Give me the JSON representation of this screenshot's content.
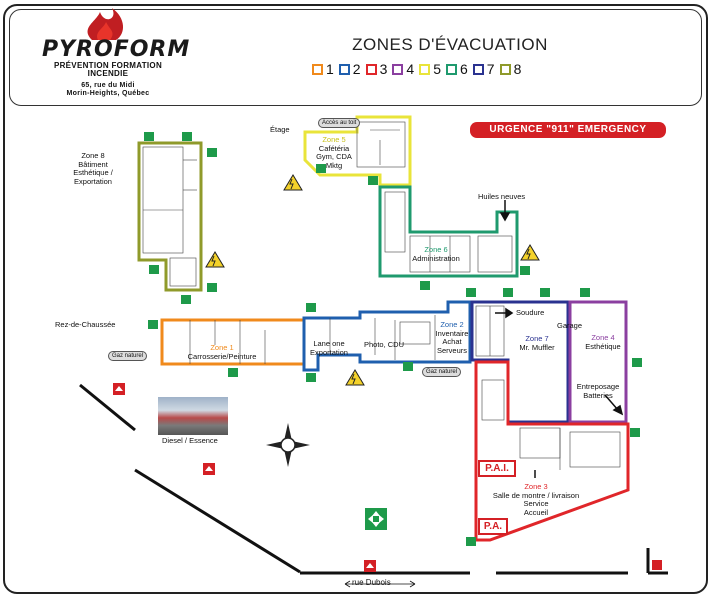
{
  "header": {
    "brand": "PYROFORM",
    "tagline_1": "PRÉVENTION FORMATION",
    "tagline_2": "INCENDIE",
    "address_1": "65, rue du Midi",
    "address_2": "Morin-Heights, Québec",
    "title": "ZONES D'ÉVACUATION",
    "zones": [
      {
        "num": "1",
        "color": "#f08a1c"
      },
      {
        "num": "2",
        "color": "#1f5fae"
      },
      {
        "num": "3",
        "color": "#e0262a"
      },
      {
        "num": "4",
        "color": "#8b3fa0"
      },
      {
        "num": "5",
        "color": "#e9e43a"
      },
      {
        "num": "6",
        "color": "#1f9a6e"
      },
      {
        "num": "7",
        "color": "#2a3290"
      },
      {
        "num": "8",
        "color": "#8f9a2a"
      }
    ]
  },
  "emergency": "URGENCE \"911\" EMERGENCY",
  "labels": {
    "etage": "Étage",
    "rez": "Rez-de-Chaussée",
    "acces_toit": "Accès au toit",
    "huiles": "Huiles neuves",
    "soudure": "Soudure",
    "garage": "Garage",
    "photo": "Photo, CDU",
    "gaz1": "Gaz naturel",
    "gaz2": "Gaz naturel",
    "diesel": "Diesel / Essence",
    "pai": "P.A.I.",
    "pa": "P.A.",
    "street": "rue Dubois"
  },
  "zone_labels": {
    "z8_title": "Zone 8",
    "z8_l1": "Bâtiment",
    "z8_l2": "Esthétique / Exportation",
    "z5_title": "Zone 5",
    "z5_l1": "Cafétéria",
    "z5_l2": "Gym, CDA",
    "z5_l3": "Mktg",
    "z6_title": "Zone 6",
    "z6_l1": "Administration",
    "z1_title": "Zone 1",
    "z1_l1": "Carrosserie/Peinture",
    "z1b_l1": "Lane one",
    "z1b_l2": "Exportation",
    "z2_title": "Zone 2",
    "z2_l1": "Inventaire",
    "z2_l2": "Achat",
    "z2_l3": "Serveurs",
    "z7_title": "Zone 7",
    "z7_l1": "Mr. Muffler",
    "z4_title": "Zone 4",
    "z4_l1": "Esthétique",
    "z4b_l1": "Entreposage",
    "z4b_l2": "Batteries",
    "z3_title": "Zone 3",
    "z3_l1": "Salle de montre / livraison",
    "z3_l2": "Service",
    "z3_l3": "Accueil"
  },
  "colors": {
    "exit_green": "#1e9a4a",
    "assembly_red": "#d42025",
    "hazard_yellow": "#f4d22a"
  }
}
